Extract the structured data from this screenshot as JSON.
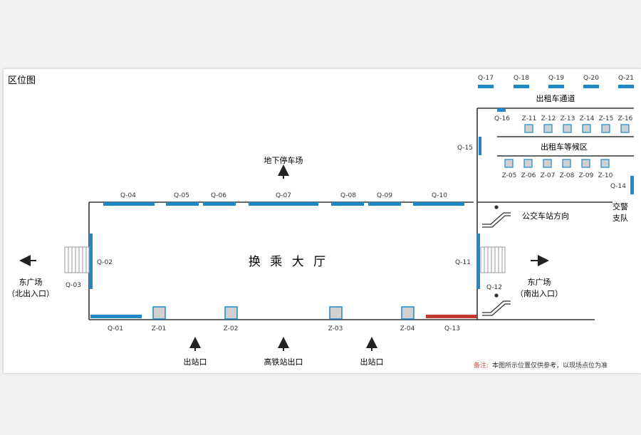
{
  "title": "区位图",
  "hall_label": "换 乘 大 厅",
  "parking": "地下停车场",
  "taxi_lane": "出租车通道",
  "taxi_wait": "出租车等候区",
  "bus": "公交车站方向",
  "police": [
    "交警",
    "支队"
  ],
  "east": [
    "东广场",
    "（南出入口）"
  ],
  "west": [
    "东广场",
    "（北出入口）"
  ],
  "exits": {
    "left": "出站口",
    "center": "高铁站出口",
    "right": "出站口"
  },
  "note": {
    "label": "备注:",
    "text": "本图所示位置仅供参考，以现场点位为准"
  },
  "q": {
    "q01": "Q-01",
    "q02": "Q-02",
    "q03": "Q-03",
    "q04": "Q-04",
    "q05": "Q-05",
    "q06": "Q-06",
    "q07": "Q-07",
    "q08": "Q-08",
    "q09": "Q-09",
    "q10": "Q-10",
    "q11": "Q-11",
    "q12": "Q-12",
    "q13": "Q-13",
    "q14": "Q-14",
    "q15": "Q-15",
    "q16": "Q-16",
    "q17": "Q-17",
    "q18": "Q-18",
    "q19": "Q-19",
    "q20": "Q-20",
    "q21": "Q-21"
  },
  "z": {
    "z01": "Z-01",
    "z02": "Z-02",
    "z03": "Z-03",
    "z04": "Z-04",
    "z05": "Z-05",
    "z06": "Z-06",
    "z07": "Z-07",
    "z08": "Z-08",
    "z09": "Z-09",
    "z10": "Z-10",
    "z11": "Z-11",
    "z12": "Z-12",
    "z13": "Z-13",
    "z14": "Z-14",
    "z15": "Z-15",
    "z16": "Z-16"
  },
  "colors": {
    "blue": "#1e88c8",
    "red": "#c0392b",
    "line": "#333333",
    "note": "#d9534f"
  }
}
